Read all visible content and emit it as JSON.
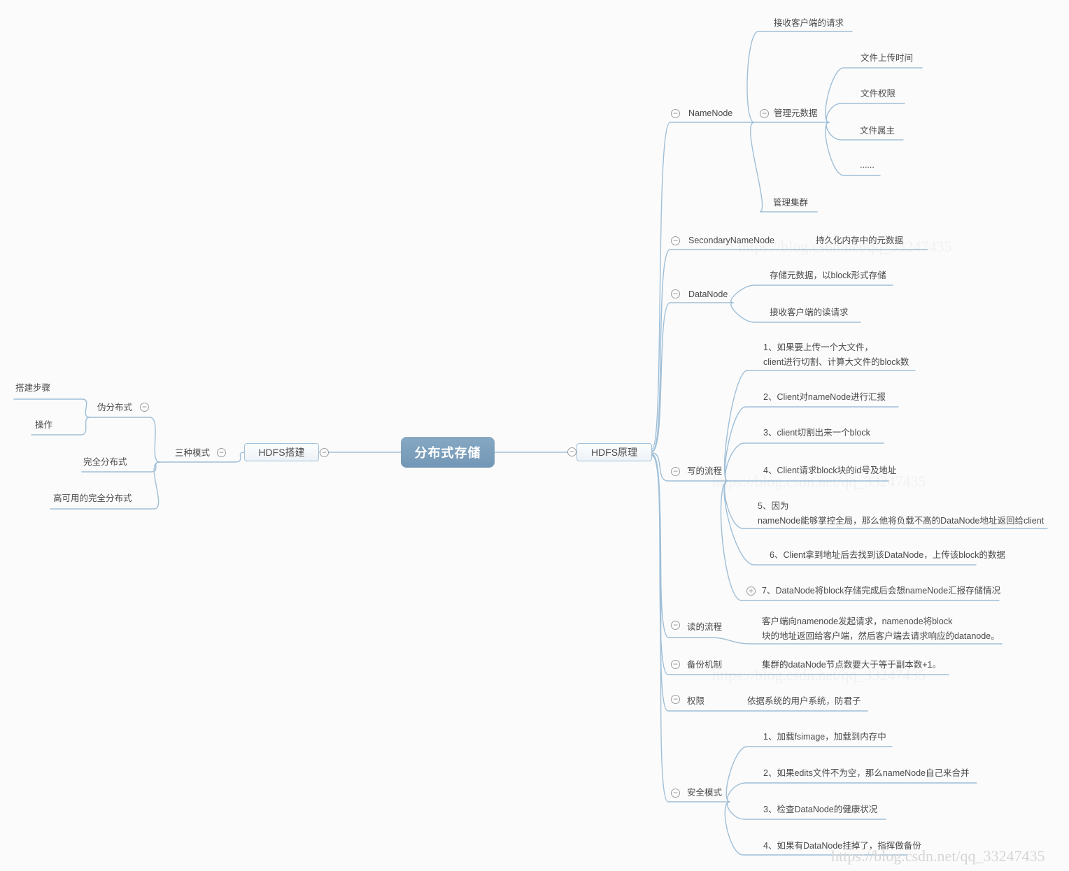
{
  "icons": {
    "collapse": "−",
    "expand": "+"
  },
  "root": {
    "label": "分布式存储"
  },
  "setup": {
    "topic": "HDFS搭建",
    "modes": "三种模式",
    "pseudo": "伪分布式",
    "steps": "搭建步骤",
    "operate": "操作",
    "full": "完全分布式",
    "ha": "高可用的完全分布式"
  },
  "principle": {
    "topic": "HDFS原理",
    "namenode": "NameNode",
    "namenode_receive": "接收客户端的请求",
    "manage_meta": "管理元数据",
    "meta_items": [
      "文件上传时间",
      "文件权限",
      "文件属主",
      "......"
    ],
    "manage_cluster": "管理集群",
    "secondary": "SecondaryNameNode",
    "secondary_note": "持久化内存中的元数据",
    "datanode": "DataNode",
    "datanode_store": "存储元数据，以block形式存储",
    "datanode_read": "接收客户端的读请求",
    "write_flow": "写的流程",
    "write_steps": [
      "1、如果要上传一个大文件，\nclient进行切割、计算大文件的block数",
      "2、Client对nameNode进行汇报",
      "3、client切割出来一个block",
      "4、Client请求block块的id号及地址",
      "5、因为\nnameNode能够掌控全局，那么他将负载不高的DataNode地址返回给client",
      "6、Client拿到地址后去找到该DataNode，上传该block的数据",
      "7、DataNode将block存储完成后会想nameNode汇报存储情况"
    ],
    "read_flow": "读的流程",
    "read_note": "客户端向namenode发起请求，namenode将block\n块的地址返回给客户端，然后客户端去请求响应的datanode。",
    "backup": "备份机制",
    "backup_note": "集群的dataNode节点数要大于等于副本数+1。",
    "permission": "权限",
    "permission_note": "依据系统的用户系统，防君子",
    "safemode": "安全模式",
    "safemode_steps": [
      "1、加载fsimage，加载到内存中",
      "2、如果edits文件不为空，那么nameNode自己来合并",
      "3、检查DataNode的健康状况",
      "4、如果有DataNode挂掉了，指挥做备份"
    ]
  },
  "watermark": {
    "text": "https://blog.csdn.net/qq_33247435"
  },
  "colors": {
    "background": "#fbfbfb",
    "line": "#9fbfd8",
    "root_fill": "#7fa1bc",
    "text": "#4a4a4a"
  }
}
